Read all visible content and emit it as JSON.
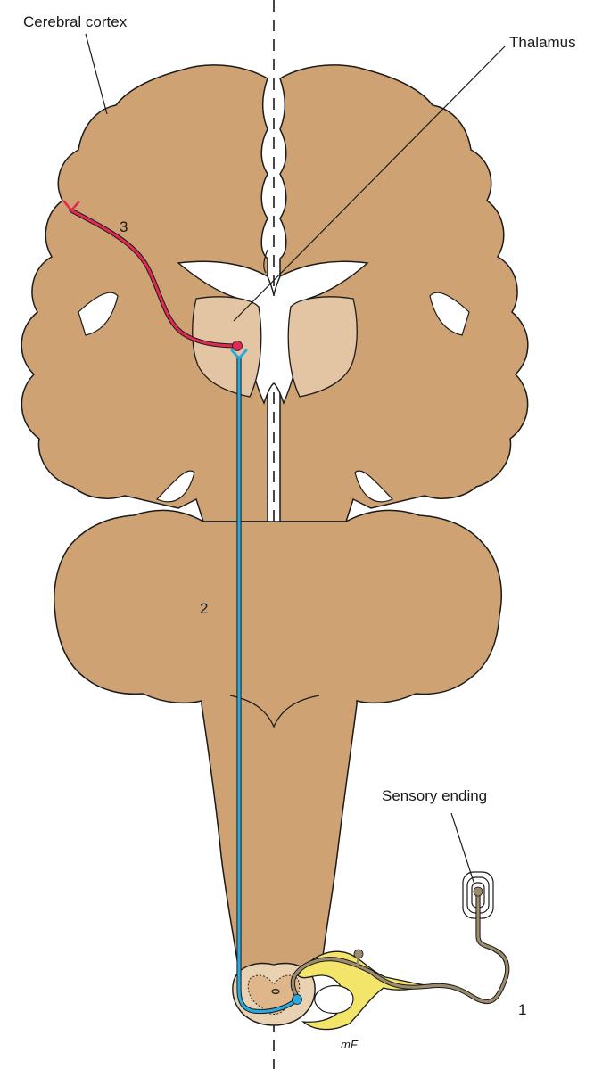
{
  "labels": {
    "cerebral_cortex": "Cerebral cortex",
    "thalamus": "Thalamus",
    "sensory_ending": "Sensory ending",
    "neuron_1": "1",
    "neuron_2": "2",
    "neuron_3": "3",
    "signature": "mF"
  },
  "colors": {
    "brain": "#cfa274",
    "thalamus": "#e3c4a3",
    "cord_section": "#e8d2b2",
    "ganglion": "#f2e56a",
    "neuron_1": "#9c8a6c",
    "neuron_2": "#29a9df",
    "neuron_3": "#e02a55",
    "outline": "#1a1a1a"
  }
}
